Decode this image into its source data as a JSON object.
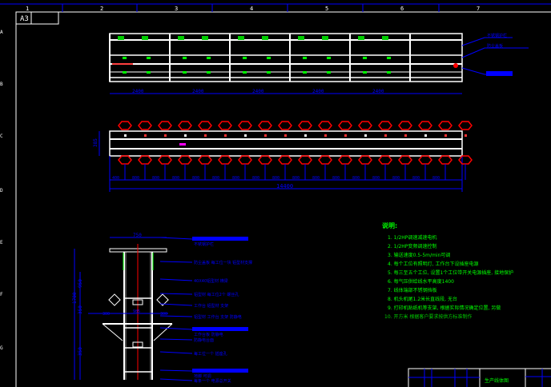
{
  "sheet": {
    "size_label": "A3",
    "columns": [
      "1",
      "2",
      "3",
      "4",
      "5",
      "6",
      "7"
    ],
    "rows": [
      "A",
      "B",
      "C",
      "D",
      "E",
      "F",
      "G"
    ]
  },
  "colors": {
    "background": "#000000",
    "frame": "#ffffff",
    "dimension": "#0000ff",
    "note": "#00ff00",
    "roller": "#ff0000",
    "highlight": "#ff00ff"
  },
  "top_view": {
    "section_dims": [
      "2400",
      "2400",
      "2400",
      "2400",
      "2400"
    ],
    "callouts": [
      "不锈钢护栏",
      "防尘盖板",
      "电机"
    ]
  },
  "plan_view": {
    "width_dim": "385",
    "pitch_dims": [
      "400",
      "800",
      "800",
      "800",
      "800",
      "800",
      "800",
      "800",
      "800",
      "800",
      "800",
      "800",
      "800",
      "800",
      "800",
      "800",
      "800",
      "800"
    ],
    "total_dim": "14400"
  },
  "side_view": {
    "top_width": "750",
    "height_dim": "1700",
    "dims_vertical": [
      "950",
      "350",
      "350"
    ],
    "mid_dims": [
      "300",
      "985",
      "300"
    ],
    "callouts": [
      "不锈钢护栏",
      "防尘盖板 每工位一块 铝型材支撑",
      "40X40铝型材 横梁",
      "铝型材 每工位2个 螺丝孔",
      "工作台 铝型材 支架",
      "铝型材 工作台 支架 防静电",
      "工作台板 防静电",
      "防静电台面",
      "每工位一个 插座孔",
      "地脚 可调",
      "每条一个 电源总开关"
    ]
  },
  "notes": {
    "title": "说明:",
    "items": [
      "1. 1/2HP调速减速电机",
      "2. 1/2HP变频调速控制",
      "3. 输送速度0.5-5m/min可调",
      "4. 每个工位有照明灯, 工作台下设插座电源",
      "5. 每三至五个工位, 设置1个工位带开关电源插座, 接地保护",
      "6. 每气压供给线水平高度1400",
      "7. 线体端部不锈钢挡板",
      "8. 机头机尾1.2米长直线段, 无台",
      "9. 打印机贴纸机等支架, 根据实际情况确定位置, 另做",
      "10. 开方米 根据客户要求按供方标准制作"
    ]
  },
  "title_block": {
    "name": "生产线体图"
  }
}
